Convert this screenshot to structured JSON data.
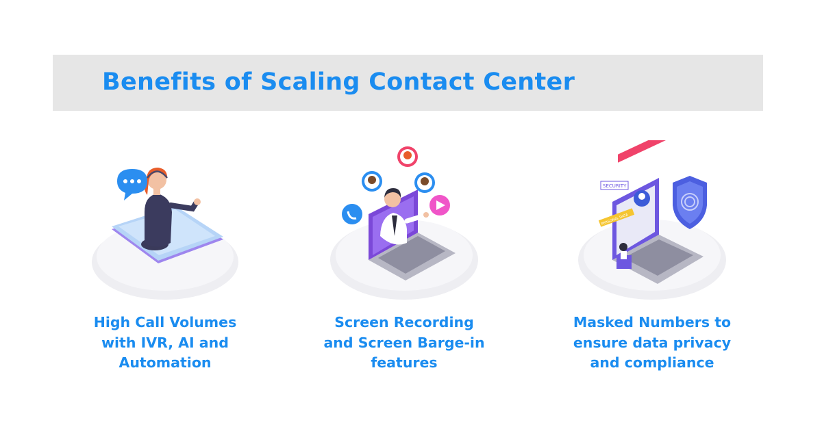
{
  "header": {
    "title": "Benefits of Scaling Contact Center"
  },
  "colors": {
    "accent": "#1a8cf0",
    "band": "#e6e6e6",
    "platform": "#eeeef2",
    "phone": "#a98ff0"
  },
  "benefits": [
    {
      "icon": "agent-on-phone-icon",
      "lines": [
        "High Call Volumes",
        "with IVR, AI and",
        "Automation"
      ]
    },
    {
      "icon": "laptop-agent-recording-icon",
      "lines": [
        "Screen Recording",
        "and Screen Barge-in",
        "features"
      ]
    },
    {
      "icon": "security-laptop-shield-icon",
      "lines": [
        "Masked Numbers to",
        "ensure data privacy",
        "and compliance"
      ],
      "illustration_text": {
        "security": "SECURITY",
        "personal": "PERSONAL DATA"
      }
    }
  ]
}
